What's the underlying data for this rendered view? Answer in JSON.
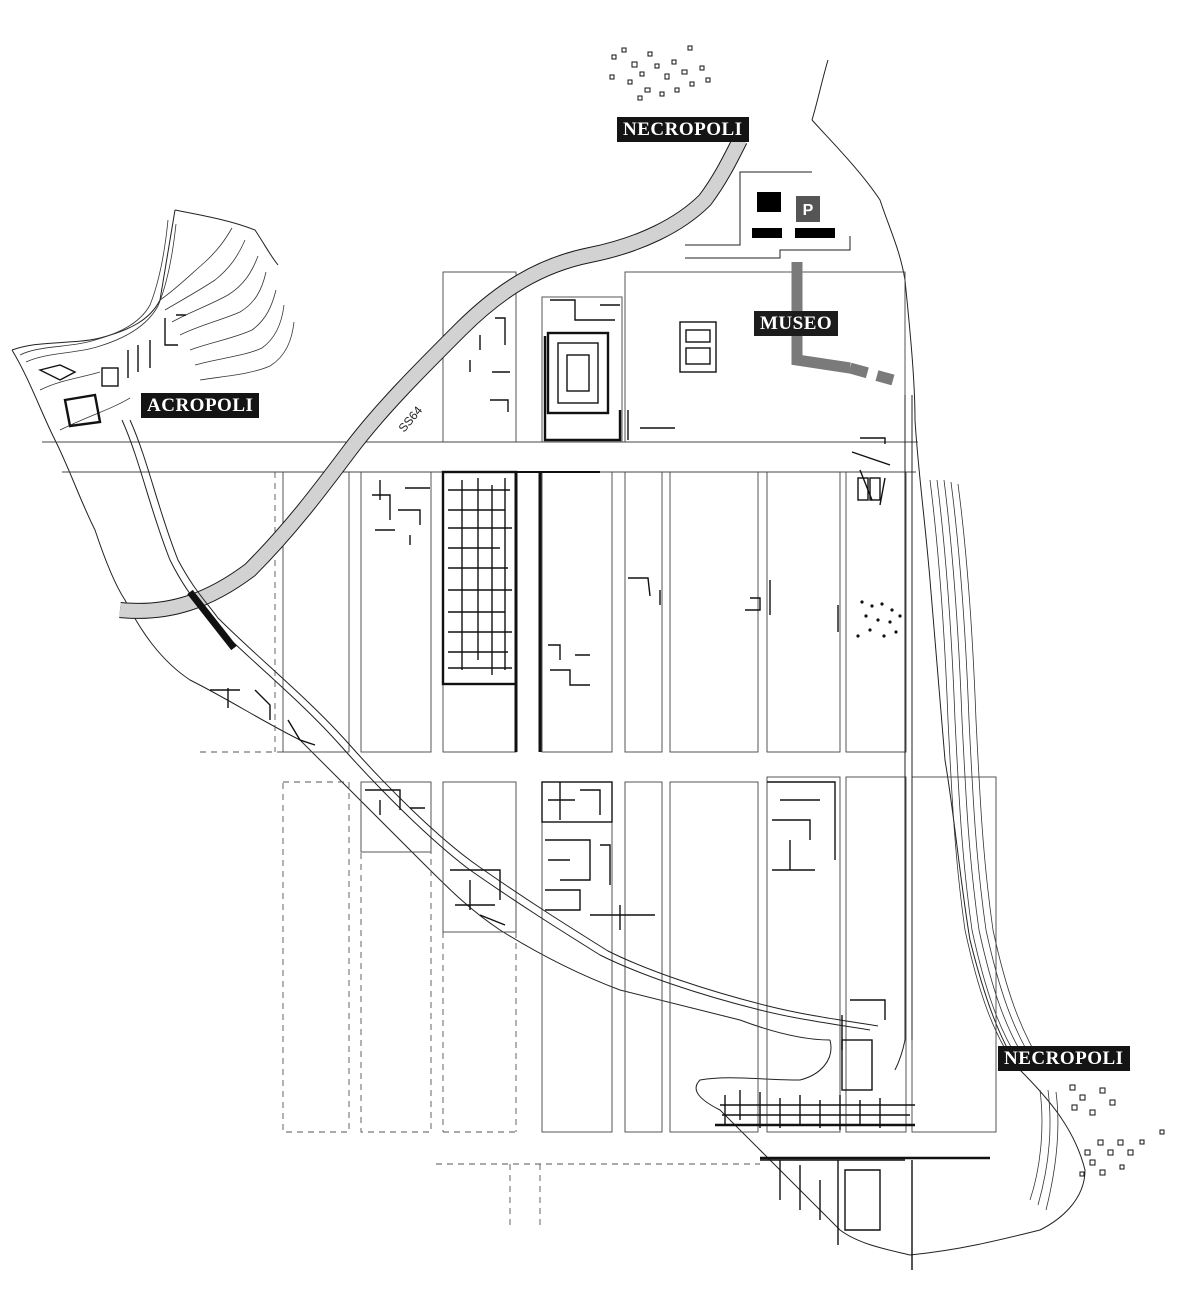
{
  "labels": {
    "necropoli_north": "NECROPOLI",
    "necropoli_east": "NECROPOLI",
    "museo": "MUSEO",
    "acropoli": "ACROPOLI",
    "road_name": "SS64",
    "parking": "P"
  },
  "colors": {
    "label_background": "#141414",
    "label_text": "#ffffff",
    "road_fill": "#d2d2d2",
    "museum_path": "#7a7a7a",
    "parking_sign": "#555555",
    "ruins": "#111111"
  }
}
